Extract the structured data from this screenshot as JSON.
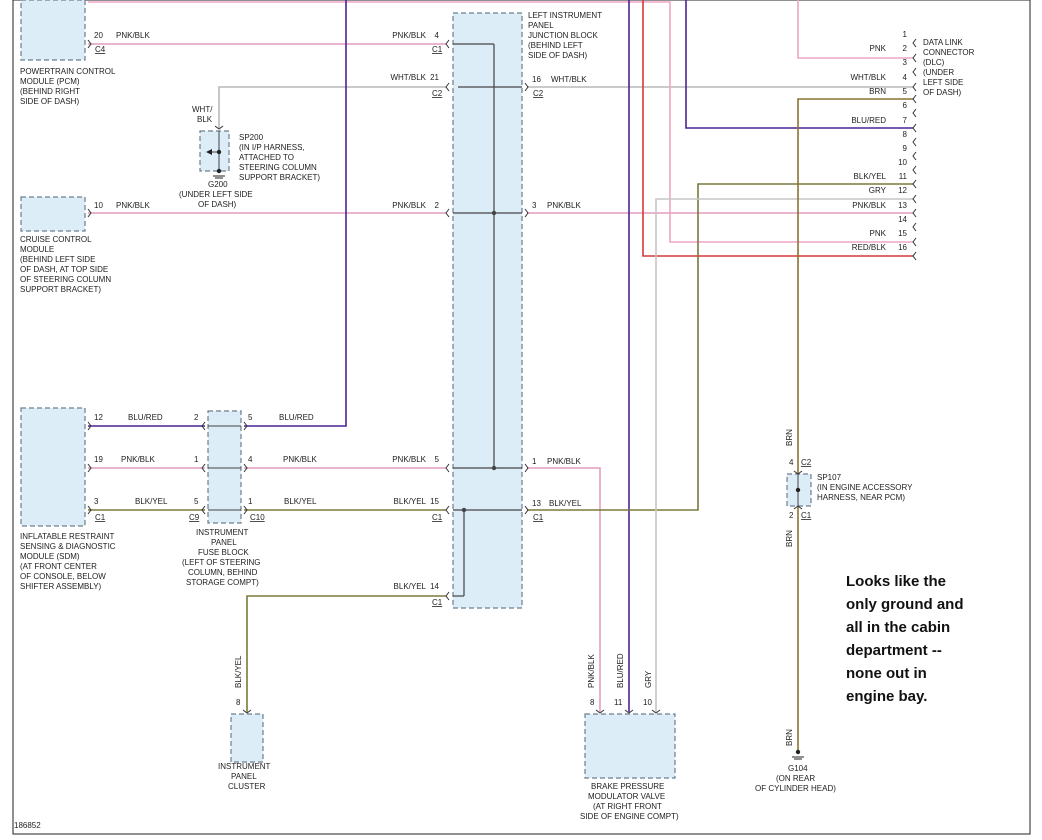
{
  "doc_id": "186852",
  "note": [
    "Looks like the",
    "only ground and",
    "all in the cabin",
    "department --",
    "none out in",
    "engine bay."
  ],
  "components": {
    "pcm": [
      "POWERTRAIN CONTROL",
      "MODULE (PCM)",
      "(BEHIND RIGHT",
      "SIDE OF DASH)"
    ],
    "junction_block": [
      "LEFT INSTRUMENT",
      "PANEL",
      "JUNCTION BLOCK",
      "(BEHIND LEFT",
      "SIDE OF DASH)"
    ],
    "dlc": [
      "DATA LINK",
      "CONNECTOR",
      "(DLC)",
      "(UNDER",
      "LEFT SIDE",
      "OF DASH)"
    ],
    "sp200": [
      "SP200",
      "(IN I/P HARNESS,",
      "ATTACHED TO",
      "STEERING COLUMN",
      "SUPPORT BRACKET)"
    ],
    "g200": [
      "G200",
      "(UNDER LEFT SIDE",
      "OF DASH)"
    ],
    "cruise": [
      "CRUISE CONTROL",
      "MODULE",
      "(BEHIND LEFT SIDE",
      "OF DASH, AT TOP SIDE",
      "OF STEERING COLUMN",
      "SUPPORT BRACKET)"
    ],
    "sdm": [
      "INFLATABLE RESTRAINT",
      "SENSING & DIAGNOSTIC",
      "MODULE (SDM)",
      "(AT FRONT CENTER",
      "OF CONSOLE, BELOW",
      "SHIFTER ASSEMBLY)"
    ],
    "fuse_block": [
      "INSTRUMENT",
      "PANEL",
      "FUSE BLOCK",
      "(LEFT OF STEERING",
      "COLUMN, BEHIND",
      "STORAGE COMPT)"
    ],
    "cluster": [
      "INSTRUMENT",
      "PANEL",
      "CLUSTER"
    ],
    "bpmv": [
      "BRAKE PRESSURE",
      "MODULATOR VALVE",
      "(AT RIGHT FRONT",
      "SIDE OF ENGINE COMPT)"
    ],
    "sp107": [
      "SP107",
      "(IN ENGINE ACCESSORY",
      "HARNESS, NEAR PCM)"
    ],
    "g104": [
      "G104",
      "(ON REAR",
      "OF CYLINDER HEAD)"
    ]
  },
  "wire_colors": {
    "pnk_blk": "#e49cbf",
    "pnk": "#eea7c6",
    "blu_red": "#4b2391",
    "wht_blk": "#b9b9b9",
    "gry": "#c5c5c5",
    "blk_yel": "#7a7a3c",
    "brn": "#8a7332",
    "red_blk": "#d43a3a",
    "bus": "#444444",
    "component_fill": "#dcedf8"
  },
  "labels": [
    "20",
    "PNK/BLK",
    "C4",
    "PNK/BLK",
    "4",
    "C1",
    "WHT/BLK",
    "21",
    "C2",
    "16",
    "WHT/BLK",
    "C2",
    "WHT/",
    "BLK",
    "10",
    "PNK/BLK",
    "PNK/BLK",
    "2",
    "3",
    "PNK/BLK",
    "12",
    "BLU/RED",
    "2",
    "5",
    "BLU/RED",
    "19",
    "PNK/BLK",
    "1",
    "4",
    "PNK/BLK",
    "PNK/BLK",
    "5",
    "1",
    "PNK/BLK",
    "3",
    "BLK/YEL",
    "5",
    "1",
    "BLK/YEL",
    "BLK/YEL",
    "15",
    "13",
    "BLK/YEL",
    "C1",
    "C9",
    "C10",
    "C1",
    "C1",
    "BLK/YEL",
    "14",
    "C1",
    "BLK/YEL",
    "8",
    "PNK/BLK",
    "BLU/RED",
    "GRY",
    "8",
    "11",
    "10",
    "1",
    "2",
    "3",
    "4",
    "5",
    "6",
    "7",
    "8",
    "9",
    "10",
    "11",
    "12",
    "13",
    "14",
    "15",
    "16",
    "PNK",
    "WHT/BLK",
    "BRN",
    "BLU/RED",
    "BLK/YEL",
    "GRY",
    "PNK/BLK",
    "PNK",
    "RED/BLK",
    "BRN",
    "4",
    "C2",
    "2",
    "C1",
    "BRN",
    "BRN"
  ]
}
